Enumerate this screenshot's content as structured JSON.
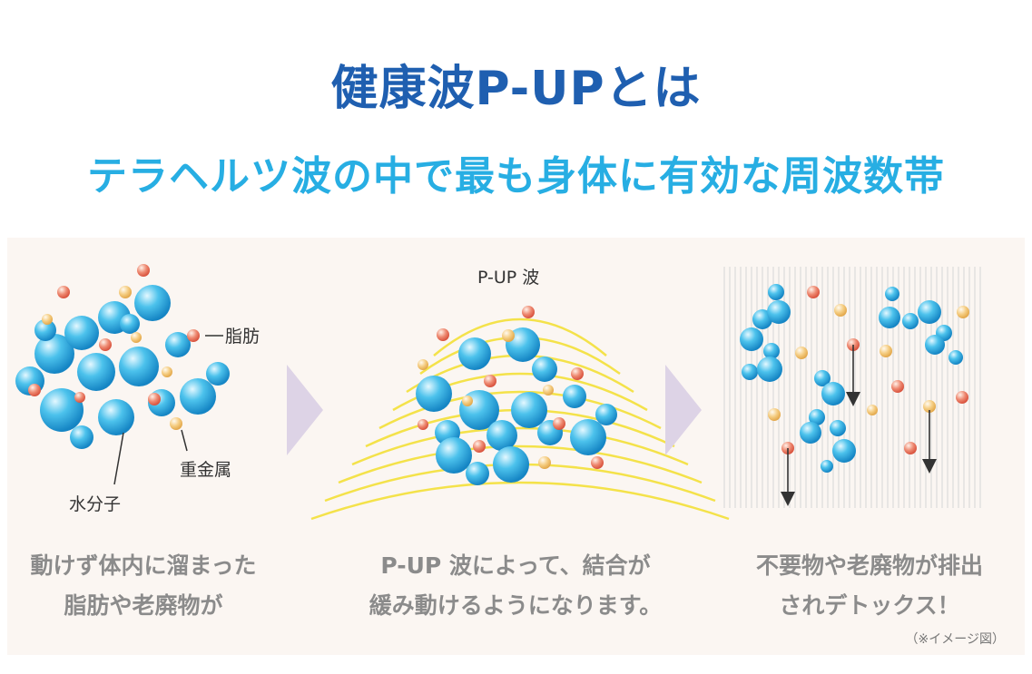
{
  "header": {
    "title": "健康波P-UPとは",
    "subtitle": "テラヘルツ波の中で最も身体に有効な周波数帯"
  },
  "diagram": {
    "labels": {
      "fat": "脂肪",
      "heavy_metal": "重金属",
      "water": "水分子",
      "wave": "P-UP 波"
    },
    "steps": [
      {
        "caption_line1": "動けず体内に溜まった",
        "caption_line2": "脂肪や老廃物が"
      },
      {
        "caption_line1": "P-UP 波によって、結合が",
        "caption_line2": "緩み動けるようになります。"
      },
      {
        "caption_line1": "不要物や老廃物が排出",
        "caption_line2": "されデトックス！"
      }
    ],
    "note": "（※イメージ図）"
  },
  "colors": {
    "title": "#1f5fb0",
    "subtitle": "#27aee3",
    "water": "#29a9de",
    "fat": "#e96a55",
    "metal": "#f2c46a",
    "arrow": "#ddd3e6",
    "wave": "#f4e24a"
  }
}
